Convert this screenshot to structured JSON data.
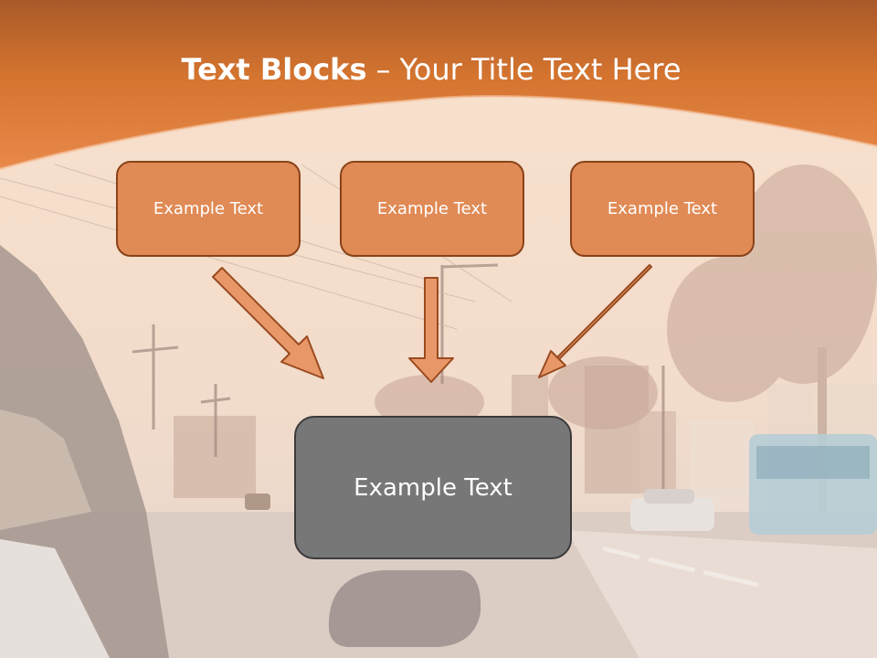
{
  "slide": {
    "title_bold": "Text Blocks",
    "title_dash": "–",
    "title_rest": "Your Title Text Here"
  },
  "blocks": {
    "top": [
      "Example Text",
      "Example Text",
      "Example Text"
    ],
    "bottom": "Example Text"
  },
  "colors": {
    "header": "#e07a35",
    "top_box_fill": "#e08a55",
    "top_box_border": "#8a4218",
    "arrow_fill": "#e89868",
    "bottom_box_fill": "#777777"
  }
}
